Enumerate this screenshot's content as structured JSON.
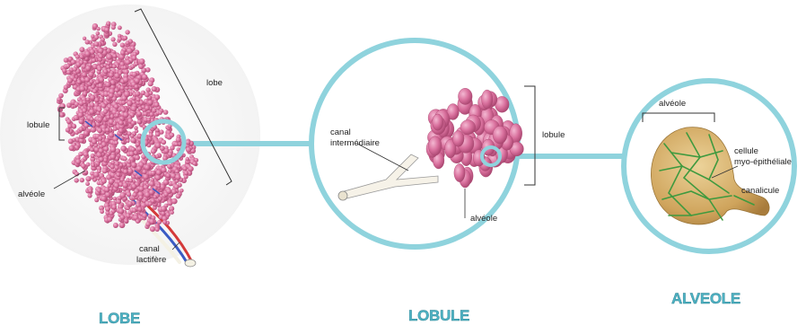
{
  "panels": {
    "lobe": {
      "title": "LOBE",
      "labels": {
        "lobe": "lobe",
        "lobule": "lobule",
        "alveole": "alvéole",
        "canal_line1": "canal",
        "canal_line2": "lactifère"
      }
    },
    "lobule": {
      "title": "LOBULE",
      "labels": {
        "canal_line1": "canal",
        "canal_line2": "intermédiaire",
        "lobule": "lobule",
        "alveole": "alvéole"
      }
    },
    "alveole": {
      "title": "ALVEOLE",
      "labels": {
        "alveole": "alvéole",
        "cellule_line1": "cellule",
        "cellule_line2": "myo-épithéliale",
        "canalicule": "canalicule"
      }
    }
  },
  "colors": {
    "ring": "#8fd3dd",
    "title": "#4fb3c4",
    "tissue": "#d9709d",
    "alveole_fill": "#d4b06a",
    "myo_cells": "#3f9a3f"
  }
}
